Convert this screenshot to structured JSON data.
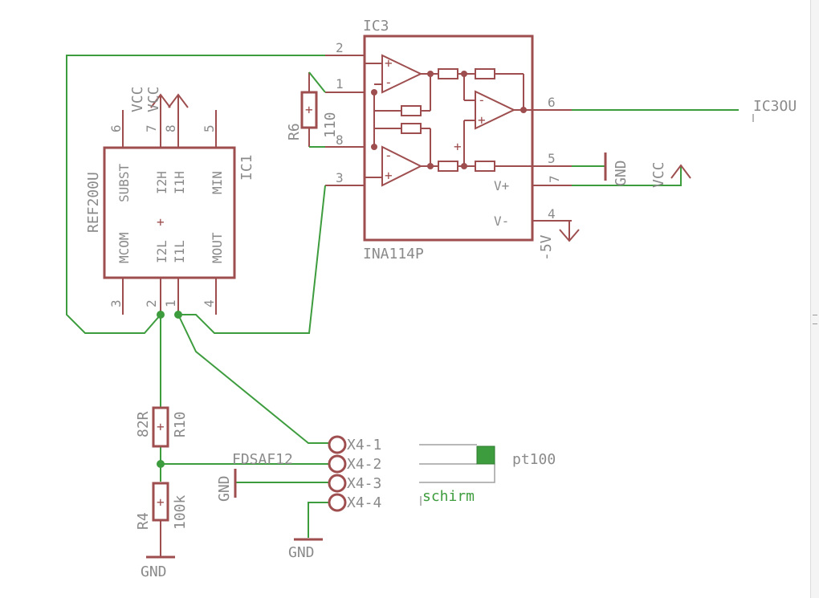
{
  "ic3": {
    "name": "IC3",
    "value": "INA114P",
    "pins": {
      "p2": "2",
      "p1": "1",
      "p8": "8",
      "p3": "3",
      "p6": "6",
      "p5": "5",
      "p7": "7",
      "p4": "4"
    },
    "labels": {
      "vplus": "V+",
      "vminus": "V-"
    }
  },
  "ic1": {
    "name": "IC1",
    "value": "REF200U",
    "pin_names": {
      "subst": "SUBST",
      "i2h": "I2H",
      "i1h": "I1H",
      "min": "MIN",
      "mcom": "MCOM",
      "i2l": "I2L",
      "i1l": "I1L",
      "mout": "MOUT"
    },
    "pins": {
      "p6": "6",
      "p7": "7",
      "p8": "8",
      "p5": "5",
      "p3": "3",
      "p2": "2",
      "p1": "1",
      "p4": "4"
    }
  },
  "supplies": {
    "vcc1": "VCC",
    "vcc2": "VCC",
    "vcc3": "VCC",
    "gnd_ic3": "GND",
    "neg5v": "-5V",
    "gnd_conn": "GND",
    "gnd_bottom": "GND",
    "gnd_r4": "GND"
  },
  "resistors": {
    "r6": {
      "name": "R6",
      "value": "110"
    },
    "r10": {
      "name": "R10",
      "value": "82R"
    },
    "r4": {
      "name": "R4",
      "value": "100k"
    }
  },
  "connector": {
    "name": "FDSAF12",
    "pins": [
      "X4-1",
      "X4-2",
      "X4-3",
      "X4-4"
    ]
  },
  "net_labels": {
    "output": "IC3OU",
    "pt100": "pt100",
    "schirm": "schirm"
  },
  "colors": {
    "symbol": "#9e4e4e",
    "wire": "#3d9c3d",
    "text": "#8a8a8a"
  }
}
